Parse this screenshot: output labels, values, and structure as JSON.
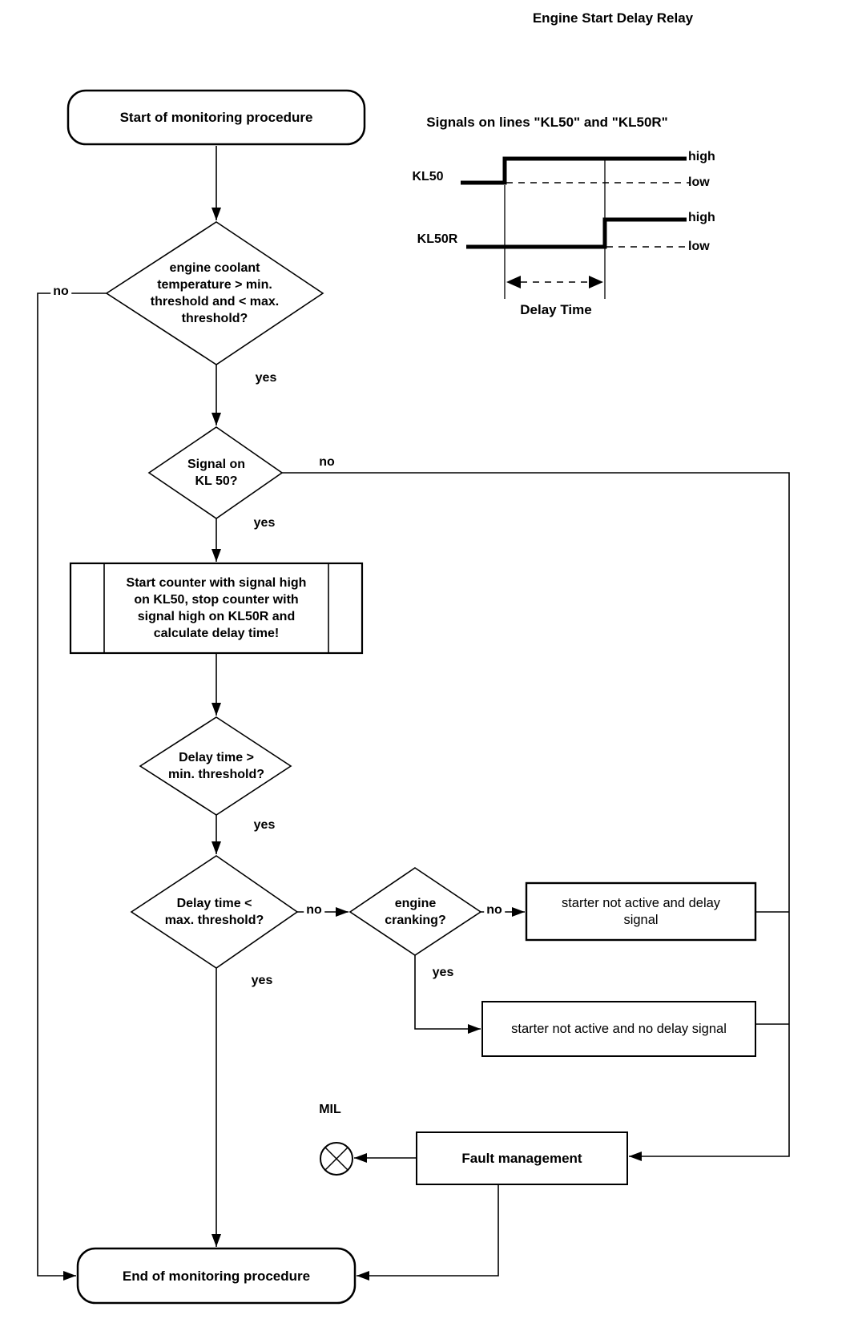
{
  "title": "Engine Start Delay Relay",
  "colors": {
    "line": "#000000",
    "background": "#ffffff",
    "text": "#000000"
  },
  "signal_diagram": {
    "title": "Signals on lines \"KL50\" and \"KL50R\"",
    "kl50_label": "KL50",
    "kl50r_label": "KL50R",
    "kl50_high": "high",
    "kl50_low": "low",
    "kl50r_high": "high",
    "kl50r_low": "low",
    "delay_label": "Delay Time"
  },
  "nodes": {
    "start": {
      "label": "Start of monitoring procedure"
    },
    "coolant_check": {
      "lines": [
        "engine coolant",
        "temperature > min.",
        "threshold and < max.",
        "threshold?"
      ]
    },
    "kl50_check": {
      "lines": [
        "Signal on",
        "KL 50?"
      ]
    },
    "counter_process": {
      "lines": [
        "Start counter with signal high",
        "on KL50, stop counter with",
        "signal high on KL50R and",
        "calculate delay time!"
      ]
    },
    "delay_min_check": {
      "lines": [
        "Delay time >",
        "min. threshold?"
      ]
    },
    "delay_max_check": {
      "lines": [
        "Delay time <",
        "max. threshold?"
      ]
    },
    "cranking_check": {
      "lines": [
        "engine",
        "cranking?"
      ]
    },
    "starter_delay": {
      "lines": [
        "starter not active and delay",
        "signal"
      ]
    },
    "starter_no_delay": {
      "label": "starter not active and no delay signal"
    },
    "fault": {
      "label": "Fault management"
    },
    "mil": {
      "label": "MIL"
    },
    "end": {
      "label": "End of monitoring procedure"
    }
  },
  "edge_labels": {
    "coolant_no": "no",
    "coolant_yes": "yes",
    "kl50_no": "no",
    "kl50_yes": "yes",
    "delay_min_yes": "yes",
    "delay_max_no": "no",
    "delay_max_yes": "yes",
    "cranking_no": "no",
    "cranking_yes": "yes"
  }
}
